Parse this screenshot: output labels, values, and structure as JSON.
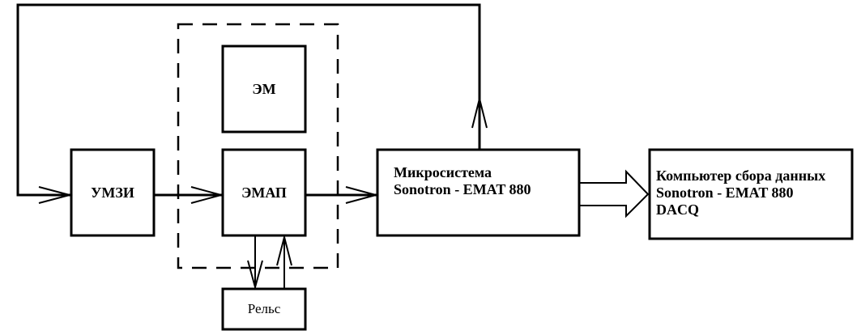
{
  "diagram": {
    "blocks": {
      "umzi": {
        "label": "УМЗИ"
      },
      "em": {
        "label": "ЭМ"
      },
      "emap": {
        "label": "ЭМАП"
      },
      "rail": {
        "label": "Рельс"
      },
      "microsystem": {
        "lines": [
          "Микросистема",
          "Sonotron - EMAT 880"
        ]
      },
      "computer": {
        "lines": [
          "Компьютер сбора данных",
          "Sonotron - EMAT 880",
          "DACQ"
        ]
      }
    },
    "group": {
      "style": "dashed",
      "members": [
        "em",
        "emap"
      ]
    },
    "connections": [
      {
        "from": "umzi",
        "to": "emap",
        "type": "arrow"
      },
      {
        "from": "emap",
        "to": "microsystem",
        "type": "arrow"
      },
      {
        "from": "microsystem",
        "to": "umzi",
        "type": "feedback-arrow"
      },
      {
        "from": "emap",
        "to": "rail",
        "type": "arrow"
      },
      {
        "from": "rail",
        "to": "emap",
        "type": "arrow"
      },
      {
        "from": "microsystem",
        "to": "computer",
        "type": "hollow-block-arrow"
      }
    ],
    "colors": {
      "stroke": "#000000",
      "background": "#ffffff"
    }
  }
}
